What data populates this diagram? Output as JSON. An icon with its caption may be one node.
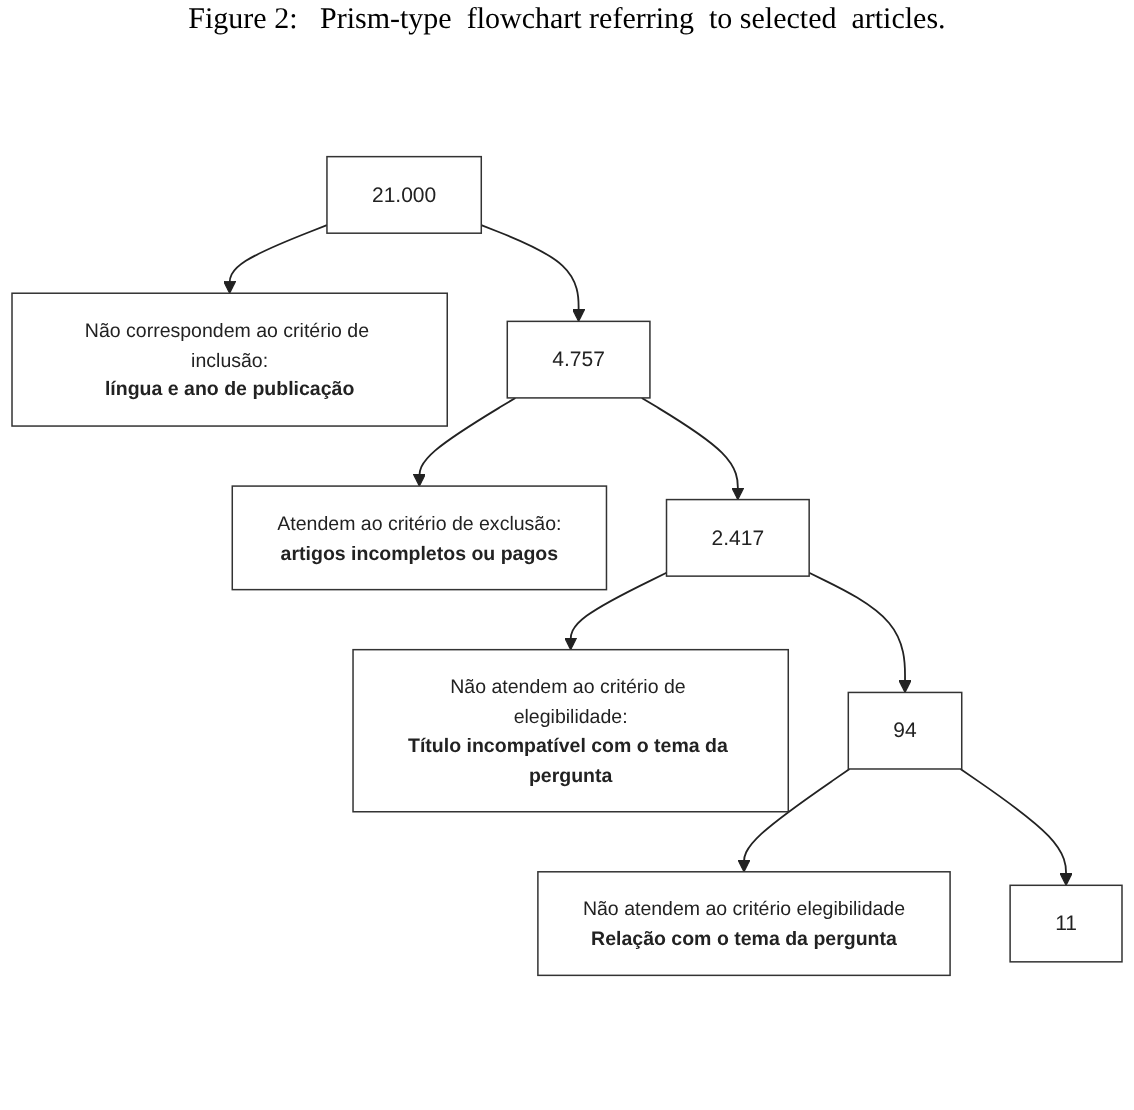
{
  "diagram": {
    "title": "Figure 2:   Prism-type  flowchart referring  to selected  articles.",
    "nodes": [
      {
        "text": [
          "21.000"
        ]
      },
      {
        "text": [
          "Não correspondem ao critério de inclusão:",
          "língua e ano de publicação"
        ]
      },
      {
        "text": [
          "4.757"
        ]
      },
      {
        "text": [
          "Atendem ao critério de exclusão:",
          "artigos incompletos ou pagos"
        ]
      },
      {
        "text": [
          "2.417"
        ]
      },
      {
        "text": [
          "Não atendem ao critério de elegibilidade:",
          "Título incompatível com o tema da pergunta"
        ]
      },
      {
        "text": [
          "94"
        ]
      },
      {
        "text": [
          "Não atendem ao critério elegibilidade",
          "Relação com o tema da pergunta"
        ]
      },
      {
        "text": [
          "11"
        ]
      }
    ],
    "edges": [
      {
        "from": 0,
        "to": 1,
        "arrow": "to"
      },
      {
        "from": 0,
        "to": 2,
        "arrow": "to"
      },
      {
        "from": 2,
        "to": 3,
        "arrow": "to"
      },
      {
        "from": 2,
        "to": 4,
        "arrow": "to"
      },
      {
        "from": 4,
        "to": 5,
        "arrow": "to"
      },
      {
        "from": 4,
        "to": 6,
        "arrow": "to"
      },
      {
        "from": 6,
        "to": 7,
        "arrow": "to"
      },
      {
        "from": 6,
        "to": 8,
        "arrow": "to"
      }
    ]
  }
}
